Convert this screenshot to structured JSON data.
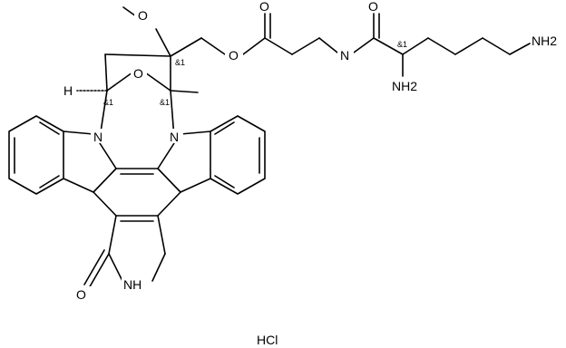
{
  "molecule": {
    "atoms": {
      "o_methoxy": "O",
      "o_ester_single": "O",
      "o_ester_carbonyl": "O",
      "n_amide": "N",
      "o_amide_carbonyl": "O",
      "nh2_terminal": "NH2",
      "nh2_alpha": "NH2",
      "o_bridge": "O",
      "h_stereo": "H",
      "n_indole_left": "N",
      "n_indole_right": "N",
      "nh_lactam": "NH",
      "o_lactam": "O"
    },
    "stereo_labels": {
      "s1": "&1",
      "s2": "&1",
      "s3": "&1",
      "s4": "&1"
    },
    "salt": "HCl"
  }
}
